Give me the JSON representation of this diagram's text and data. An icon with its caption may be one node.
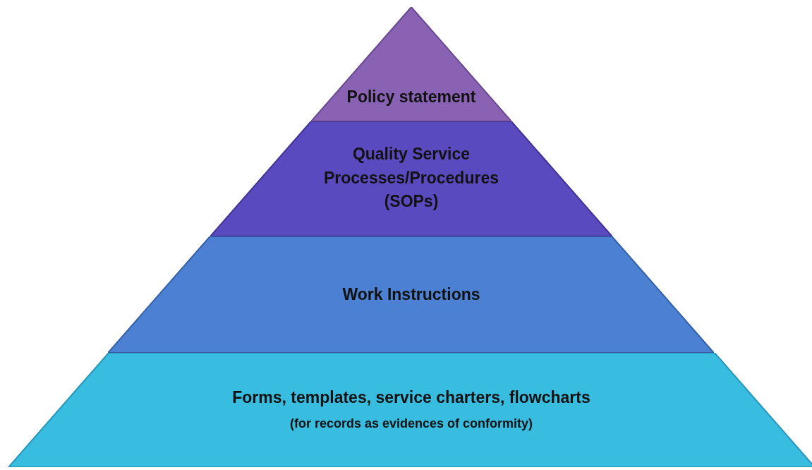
{
  "diagram": {
    "nodes": [
      {
        "text": [
          "Policy statement"
        ]
      },
      {
        "text": [
          "Quality Service Processes/Procedures (SOPs)"
        ]
      },
      {
        "text": [
          "Work Instructions"
        ]
      },
      {
        "text": [
          "Forms, templates, service charters, flowcharts",
          "(for records as evidences of conformity)"
        ]
      }
    ]
  }
}
